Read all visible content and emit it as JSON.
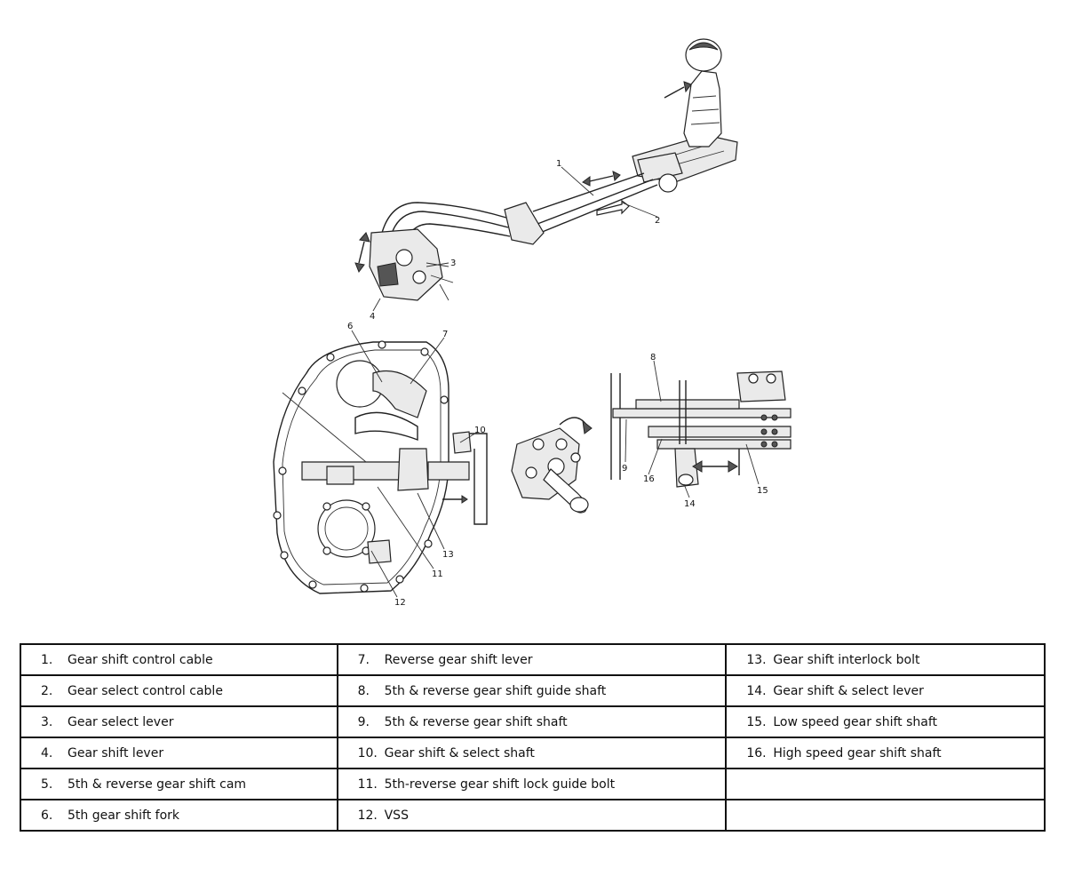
{
  "callouts": [
    "1",
    "2",
    "3",
    "4",
    "6",
    "7",
    "8",
    "9",
    "10",
    "11",
    "12",
    "13",
    "14",
    "15",
    "16"
  ],
  "legend": {
    "rows": [
      [
        {
          "num": "1.",
          "label": "Gear shift control cable"
        },
        {
          "num": "7.",
          "label": "Reverse gear shift lever"
        },
        {
          "num": "13.",
          "label": "Gear shift interlock bolt"
        }
      ],
      [
        {
          "num": "2.",
          "label": "Gear select control cable"
        },
        {
          "num": "8.",
          "label": "5th & reverse gear shift guide shaft"
        },
        {
          "num": "14.",
          "label": "Gear shift & select lever"
        }
      ],
      [
        {
          "num": "3.",
          "label": "Gear select lever"
        },
        {
          "num": "9.",
          "label": "5th & reverse gear shift shaft"
        },
        {
          "num": "15.",
          "label": "Low speed gear shift shaft"
        }
      ],
      [
        {
          "num": "4.",
          "label": "Gear shift lever"
        },
        {
          "num": "10.",
          "label": "Gear shift & select shaft"
        },
        {
          "num": "16.",
          "label": "High speed gear shift shaft"
        }
      ],
      [
        {
          "num": "5.",
          "label": "5th & reverse gear shift cam"
        },
        {
          "num": "11.",
          "label": "5th-reverse gear shift lock guide bolt"
        },
        {
          "num": "",
          "label": ""
        }
      ],
      [
        {
          "num": "6.",
          "label": "5th gear shift fork"
        },
        {
          "num": "12.",
          "label": "VSS"
        },
        {
          "num": "",
          "label": ""
        }
      ]
    ]
  }
}
